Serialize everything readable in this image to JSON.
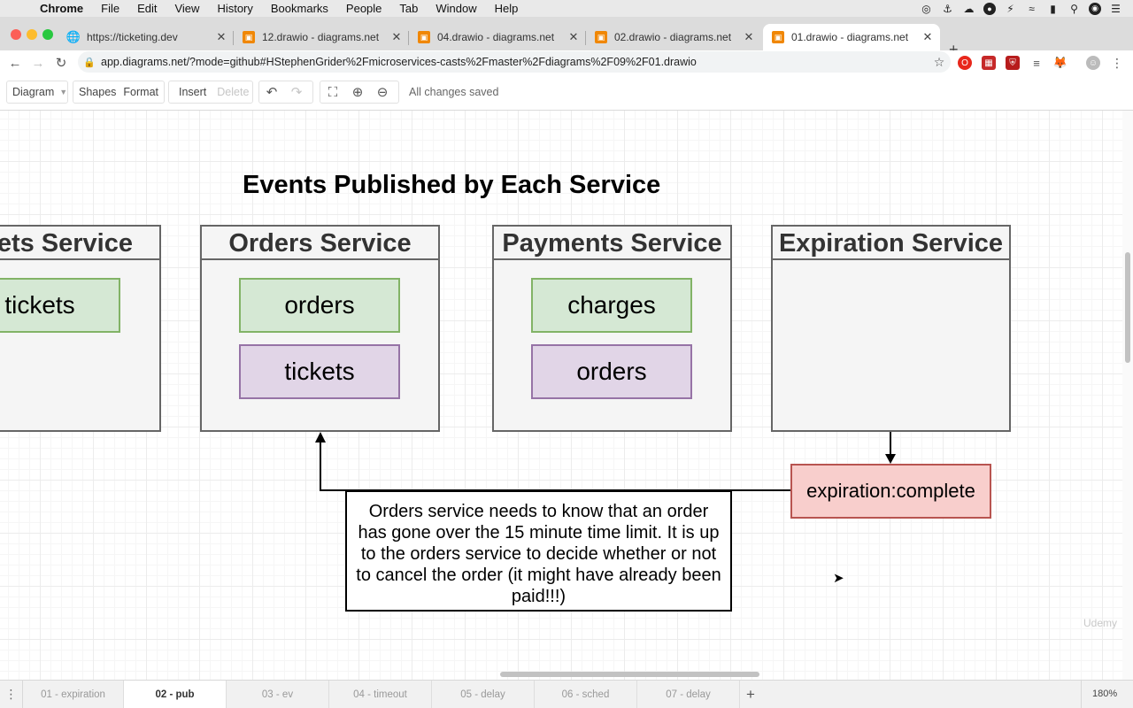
{
  "menubar": {
    "app": "Chrome",
    "items": [
      "File",
      "Edit",
      "View",
      "History",
      "Bookmarks",
      "People",
      "Tab",
      "Window",
      "Help"
    ]
  },
  "browser": {
    "tabs": [
      {
        "label": "https://ticketing.dev",
        "icon": "globe-icon"
      },
      {
        "label": "12.drawio - diagrams.net",
        "icon": "drawio-icon"
      },
      {
        "label": "04.drawio - diagrams.net",
        "icon": "drawio-icon"
      },
      {
        "label": "02.drawio - diagrams.net",
        "icon": "drawio-icon"
      },
      {
        "label": "01.drawio - diagrams.net",
        "icon": "drawio-icon",
        "active": true
      }
    ],
    "url": "app.diagrams.net/?mode=github#HStephenGrider%2Fmicroservices-casts%2Fmaster%2Fdiagrams%2F09%2F01.drawio"
  },
  "toolbar": {
    "diagram": "Diagram",
    "shapes": "Shapes",
    "format": "Format",
    "insert": "Insert",
    "delete": "Delete",
    "status": "All changes saved"
  },
  "diagram": {
    "title": "Events Published by Each Service",
    "services": [
      {
        "name": "ets Service",
        "events": [
          {
            "label": "tickets",
            "color": "green"
          }
        ]
      },
      {
        "name": "Orders Service",
        "events": [
          {
            "label": "orders",
            "color": "green"
          },
          {
            "label": "tickets",
            "color": "purple"
          }
        ]
      },
      {
        "name": "Payments Service",
        "events": [
          {
            "label": "charges",
            "color": "green"
          },
          {
            "label": "orders",
            "color": "purple"
          }
        ]
      },
      {
        "name": "Expiration Service",
        "events": []
      }
    ],
    "emitted_event": "expiration:complete",
    "note": "Orders service needs to know that an order has gone over the 15 minute time limit.  It is up to the orders service to decide whether or not to cancel the order (it might have already been paid!!!)",
    "colors": {
      "green_fill": "#d5e8d4",
      "green_stroke": "#82b366",
      "purple_fill": "#e1d5e7",
      "purple_stroke": "#9673a6",
      "red_fill": "#f8cecc",
      "red_stroke": "#b85450"
    }
  },
  "watermark": "Udemy",
  "pages": {
    "tabs": [
      "01 - expiration",
      "02 - pub",
      "03 - ev",
      "04 - timeout",
      "05 - delay",
      "06 - sched",
      "07 - delay"
    ],
    "active": "02 - pub",
    "zoom": "180%"
  }
}
